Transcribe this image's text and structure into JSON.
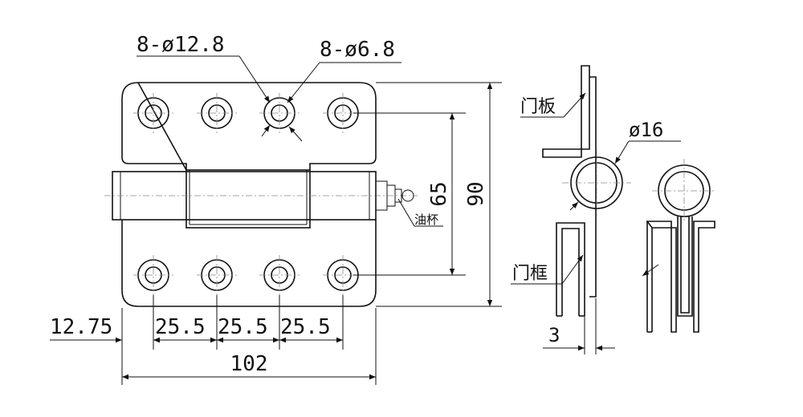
{
  "labels": {
    "hole_large": "8-ø12.8",
    "hole_small": "8-ø6.8",
    "height_inner": "65",
    "height_total": "90",
    "width_total": "102",
    "edge_offset": "12.75",
    "pitch_1": "25.5",
    "pitch_2": "25.5",
    "pitch_3": "25.5",
    "oil_cup": "油杯",
    "door_panel": "门板",
    "door_frame": "门框",
    "pin_diameter": "ø16",
    "thickness": "3"
  }
}
